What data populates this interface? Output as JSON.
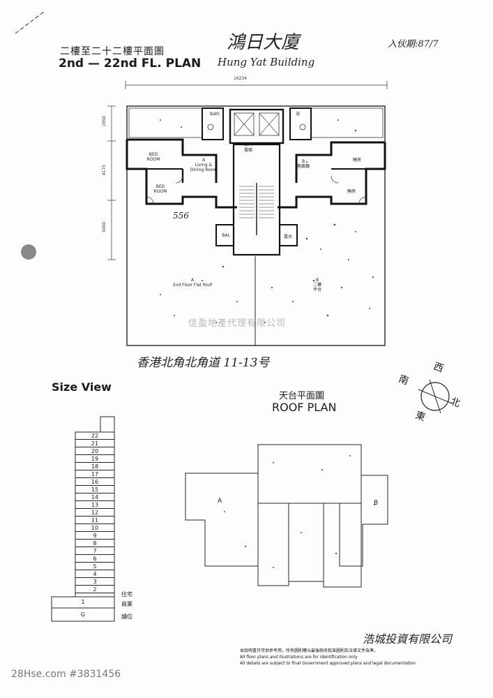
{
  "handwriting": {
    "building_zh": "鴻日大廈",
    "building_en": "Hung Yat Building",
    "intake_date": "入伙期:87/7",
    "address": "香港北角北角道 11-13号",
    "area_note": "556",
    "company": "浩城投資有限公司"
  },
  "floor_plan": {
    "title_zh": "二樓至二十二樓平面圖",
    "title_en": "2nd — 22nd FL. PLAN",
    "dim_total_width": "16234",
    "dims_left": [
      "1950",
      "4175",
      "3450"
    ],
    "labels": {
      "bath_a": "Bath",
      "bath_b": "浴",
      "lift_en": "LIFT",
      "lift_zh": "電梯",
      "bed_a1": "BED\nROOM",
      "bed_a2": "BED\nROOM",
      "living_a": "A\nLiving &\nDining Room",
      "living_b": "B\n客飯廳",
      "bed_b1": "睡房",
      "bed_b2": "睡房",
      "bal_a": "BAL",
      "bal_b": "露台",
      "flat_roof_a": "A\n2nd Floor Flat Roof",
      "flat_roof_b": "B\n二樓\n平台"
    }
  },
  "watermark": "信盈地產代理有限公司",
  "size_view": {
    "title": "Size View",
    "floors": [
      "22",
      "21",
      "20",
      "19",
      "18",
      "17",
      "16",
      "15",
      "14",
      "13",
      "12",
      "11",
      "10",
      "9",
      "8",
      "7",
      "6",
      "5",
      "4",
      "3",
      "2",
      "1",
      "G"
    ],
    "use_labels": {
      "residential": "住宅",
      "podium": "商業",
      "shops": "舖位"
    }
  },
  "roof_plan": {
    "title_zh": "天台平面圖",
    "title_en": "ROOF PLAN",
    "label_a": "A",
    "label_b": "B"
  },
  "compass": {
    "west": "西",
    "north": "北",
    "east": "東",
    "south": "南"
  },
  "disclaimer": {
    "zh": "本說明書只可供參考用，所有圖則樓以最後政府批准圖則及法律文件為準。",
    "en1": "All floor plans and illustrations are for identification only",
    "en2": "All details are subject to final Government approved plans and legal documentation"
  },
  "footer": {
    "listing_id": "28Hse.com #3831456"
  }
}
